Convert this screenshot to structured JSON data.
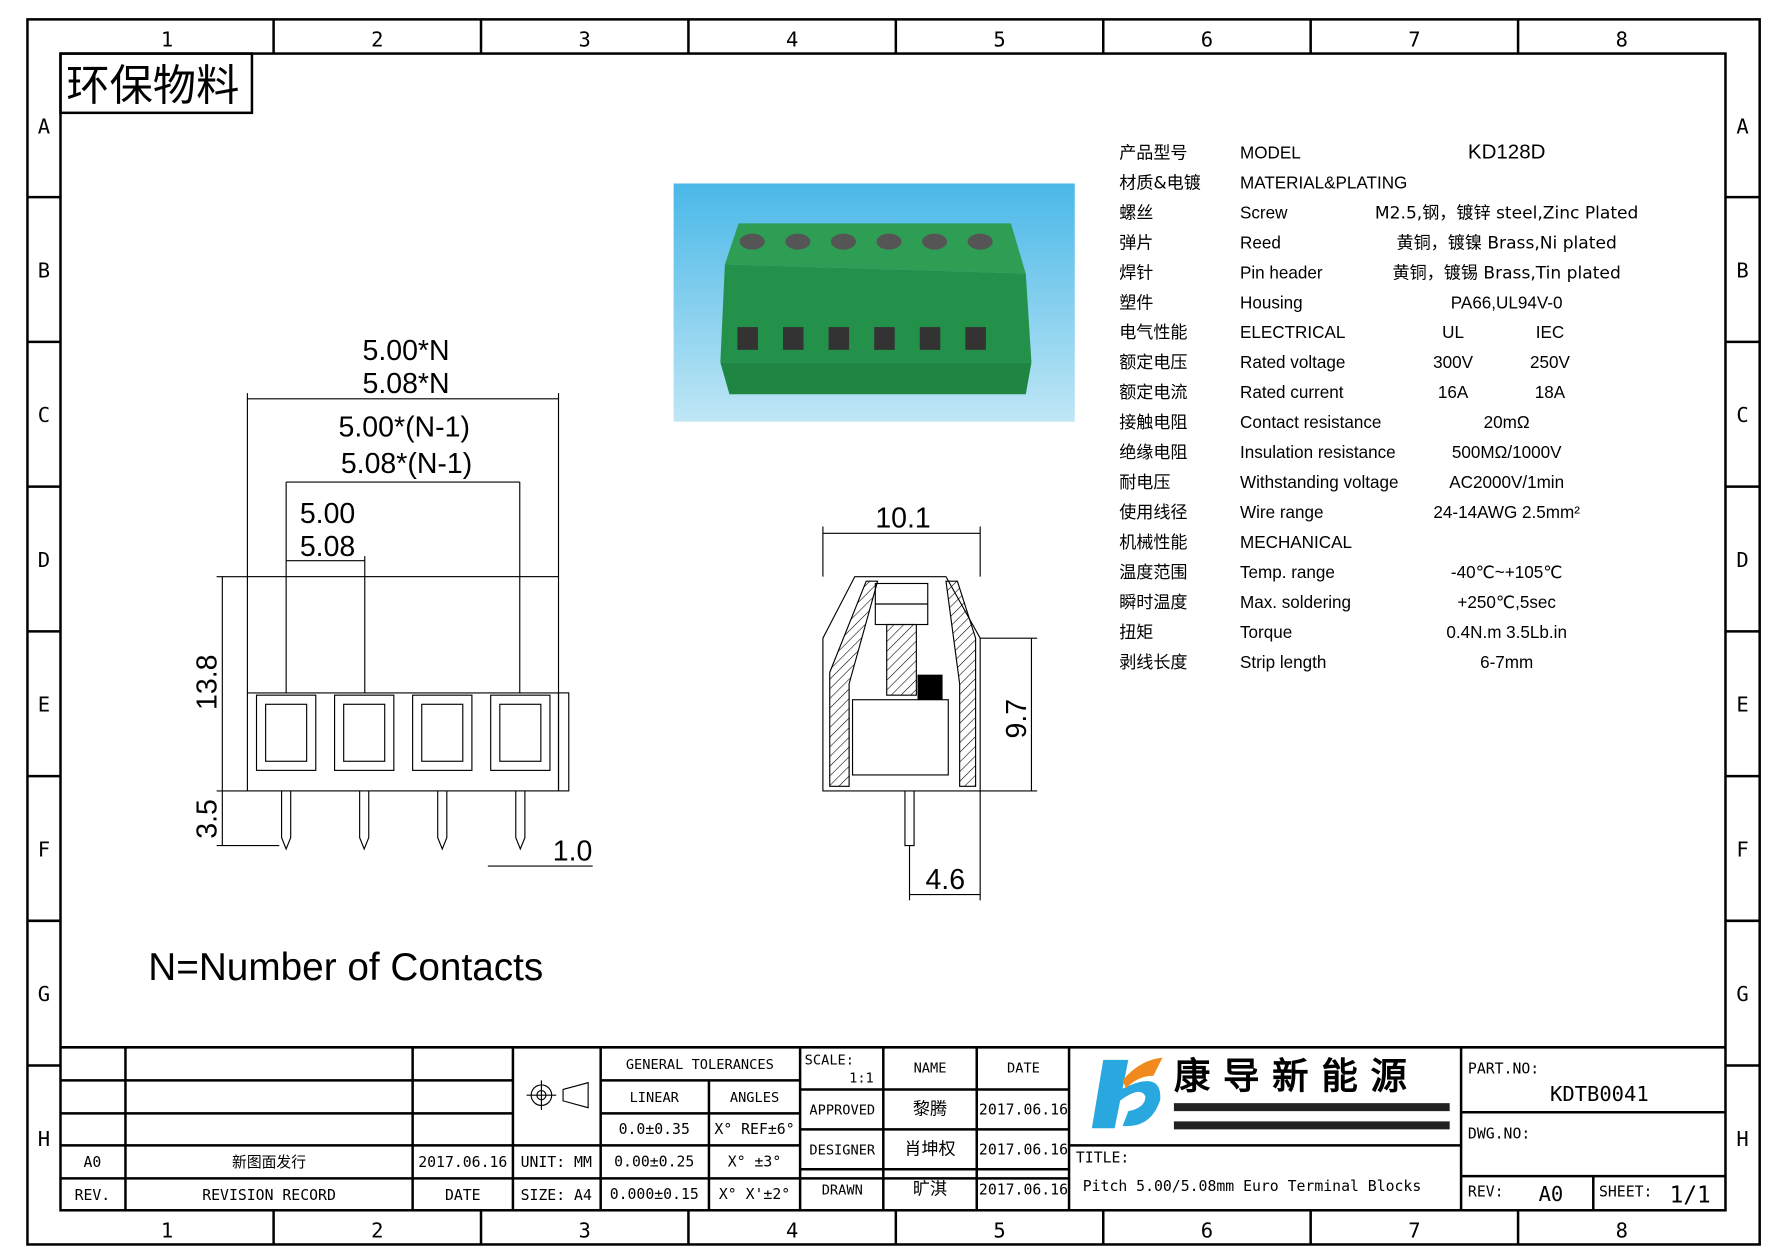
{
  "frame": {
    "columns": [
      "1",
      "2",
      "3",
      "4",
      "5",
      "6",
      "7",
      "8"
    ],
    "rows": [
      "A",
      "B",
      "C",
      "D",
      "E",
      "F",
      "G",
      "H"
    ]
  },
  "stamp": "环保物料",
  "note": "N=Number of Contacts",
  "dimensions": {
    "total_a": "5.00*N",
    "total_b": "5.08*N",
    "span_a": "5.00*(N-1)",
    "span_b": "5.08*(N-1)",
    "pitch_a": "5.00",
    "pitch_b": "5.08",
    "height": "13.8",
    "pin_len": "3.5",
    "pin_w": "1.0",
    "depth": "10.1",
    "side_h": "9.7",
    "pin_off": "4.6"
  },
  "specs": [
    {
      "cn": "产品型号",
      "en": "MODEL",
      "v1": "KD128D",
      "v2": ""
    },
    {
      "cn": "材质&电镀",
      "en": "MATERIAL&PLATING",
      "v1": "",
      "v2": ""
    },
    {
      "cn": "螺丝",
      "en": "Screw",
      "v1": "M2.5,钢，镀锌 steel,Zinc Plated",
      "v2": ""
    },
    {
      "cn": "弹片",
      "en": "Reed",
      "v1": "黄铜，镀镍 Brass,Ni plated",
      "v2": ""
    },
    {
      "cn": "焊针",
      "en": "Pin header",
      "v1": "黄铜，镀锡 Brass,Tin plated",
      "v2": ""
    },
    {
      "cn": "塑件",
      "en": "Housing",
      "v1": "PA66,UL94V-0",
      "v2": ""
    },
    {
      "cn": "电气性能",
      "en": "ELECTRICAL",
      "v1": "UL",
      "v2": "IEC"
    },
    {
      "cn": "额定电压",
      "en": "Rated voltage",
      "v1": "300V",
      "v2": "250V"
    },
    {
      "cn": "额定电流",
      "en": "Rated current",
      "v1": "16A",
      "v2": "18A"
    },
    {
      "cn": "接触电阻",
      "en": "Contact resistance",
      "v1": "20mΩ",
      "v2": ""
    },
    {
      "cn": "绝缘电阻",
      "en": "Insulation resistance",
      "v1": "500MΩ/1000V",
      "v2": ""
    },
    {
      "cn": "耐电压",
      "en": "Withstanding voltage",
      "v1": "AC2000V/1min",
      "v2": ""
    },
    {
      "cn": "使用线径",
      "en": "Wire range",
      "v1": "24-14AWG 2.5mm²",
      "v2": ""
    },
    {
      "cn": "机械性能",
      "en": "MECHANICAL",
      "v1": "",
      "v2": ""
    },
    {
      "cn": "温度范围",
      "en": "Temp. range",
      "v1": "-40℃~+105℃",
      "v2": ""
    },
    {
      "cn": "瞬时温度",
      "en": "Max. soldering",
      "v1": "+250℃,5sec",
      "v2": ""
    },
    {
      "cn": "扭矩",
      "en": "Torque",
      "v1": "0.4N.m  3.5Lb.in",
      "v2": ""
    },
    {
      "cn": "剥线长度",
      "en": "Strip length",
      "v1": "6-7mm",
      "v2": ""
    }
  ],
  "title_block": {
    "rev_row": {
      "rev": "A0",
      "record": "新图面发行",
      "date": "2017.06.16"
    },
    "header": {
      "rev": "REV.",
      "record": "REVISION RECORD",
      "date": "DATE"
    },
    "unit": "UNIT: MM",
    "size": "SIZE: A4",
    "tol_title": "GENERAL TOLERANCES",
    "linear": "LINEAR",
    "angles": "ANGLES",
    "tol_rows": [
      {
        "lin": "0.0±0.35",
        "ang": "X° REF±6°"
      },
      {
        "lin": "0.00±0.25",
        "ang": "X°  ±3°"
      },
      {
        "lin": "0.000±0.15",
        "ang": "X° X'±2°"
      }
    ],
    "scale_label": "SCALE:",
    "scale": "1:1",
    "name_h": "NAME",
    "date_h": "DATE",
    "people": [
      {
        "role": "APPROVED",
        "name": "黎腾",
        "date": "2017.06.16"
      },
      {
        "role": "DESIGNER",
        "name": "肖坤权",
        "date": "2017.06.16"
      },
      {
        "role": "DRAWN",
        "name": "旷淇",
        "date": "2017.06.16"
      }
    ],
    "company": "康 导 新 能 源",
    "title_label": "TITLE:",
    "title": "Pitch 5.00/5.08mm Euro Terminal Blocks",
    "part_label": "PART.NO:",
    "part_no": "KDTB0041",
    "dwg_label": "DWG.NO:",
    "rev_label": "REV:",
    "rev": "A0",
    "sheet_label": "SHEET:",
    "sheet": "1/1"
  }
}
